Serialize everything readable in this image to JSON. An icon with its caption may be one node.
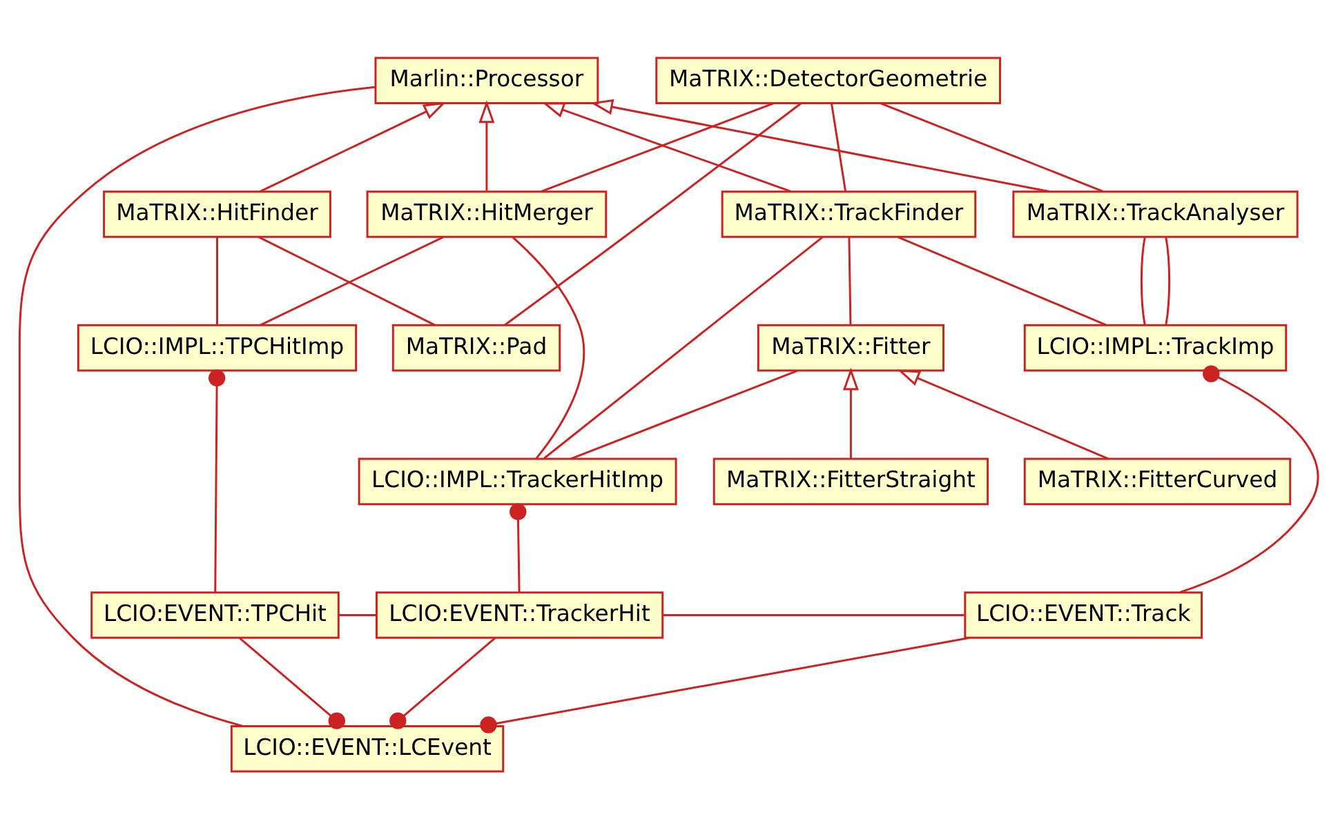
{
  "diagram": {
    "nodes": [
      {
        "text": [
          "Marlin::Processor"
        ]
      },
      {
        "text": [
          "MaTRIX::DetectorGeometrie"
        ]
      },
      {
        "text": [
          "MaTRIX::HitFinder"
        ]
      },
      {
        "text": [
          "MaTRIX::HitMerger"
        ]
      },
      {
        "text": [
          "MaTRIX::TrackFinder"
        ]
      },
      {
        "text": [
          "MaTRIX::TrackAnalyser"
        ]
      },
      {
        "text": [
          "MaTRIX::Pad"
        ]
      },
      {
        "text": [
          "MaTRIX::Fitter"
        ]
      },
      {
        "text": [
          "MaTRIX::FitterCurved"
        ]
      },
      {
        "text": [
          "MaTRIX::FitterStraight"
        ]
      },
      {
        "text": [
          "LCIO::IMPL::TPCHitImp"
        ]
      },
      {
        "text": [
          "LCIO::IMPL::TrackerHitImp"
        ]
      },
      {
        "text": [
          "LCIO::IMPL::TrackImp"
        ]
      },
      {
        "text": [
          "LCIO:EVENT::TPCHit"
        ]
      },
      {
        "text": [
          "LCIO:EVENT::TrackerHit"
        ]
      },
      {
        "text": [
          "LCIO::EVENT::Track"
        ]
      },
      {
        "text": [
          "LCIO::EVENT::LCEvent"
        ]
      }
    ],
    "edges": [
      {
        "from": 2,
        "to": 0,
        "arrow": "to"
      },
      {
        "from": 3,
        "to": 0,
        "arrow": "to"
      },
      {
        "from": 4,
        "to": 0,
        "arrow": "to"
      },
      {
        "from": 5,
        "to": 0,
        "arrow": "to"
      },
      {
        "from": 0,
        "to": 16,
        "arrow": "none"
      },
      {
        "from": 1,
        "to": 6,
        "arrow": "none"
      },
      {
        "from": 1,
        "to": 3,
        "arrow": "none"
      },
      {
        "from": 1,
        "to": 4,
        "arrow": "none"
      },
      {
        "from": 1,
        "to": 5,
        "arrow": "none"
      },
      {
        "from": 2,
        "to": 6,
        "arrow": "none"
      },
      {
        "from": 2,
        "to": 10,
        "arrow": "none"
      },
      {
        "from": 3,
        "to": 10,
        "arrow": "none"
      },
      {
        "from": 3,
        "to": 11,
        "arrow": "none"
      },
      {
        "from": 4,
        "to": 11,
        "arrow": "none"
      },
      {
        "from": 4,
        "to": 12,
        "arrow": "none"
      },
      {
        "from": 4,
        "to": 7,
        "arrow": "none"
      },
      {
        "from": 7,
        "to": 11,
        "arrow": "none"
      },
      {
        "from": 5,
        "to": 12,
        "arrow": "none"
      },
      {
        "from": 5,
        "to": 12,
        "arrow": "none"
      },
      {
        "from": 8,
        "to": 7,
        "arrow": "to"
      },
      {
        "from": 9,
        "to": 7,
        "arrow": "to"
      },
      {
        "from": 13,
        "to": 10,
        "arrow": "other"
      },
      {
        "from": 14,
        "to": 11,
        "arrow": "other"
      },
      {
        "from": 15,
        "to": 12,
        "arrow": "other"
      },
      {
        "from": 13,
        "to": 14,
        "arrow": "none"
      },
      {
        "from": 14,
        "to": 15,
        "arrow": "none"
      },
      {
        "from": 13,
        "to": 16,
        "arrow": "other"
      },
      {
        "from": 14,
        "to": 16,
        "arrow": "other"
      },
      {
        "from": 15,
        "to": 16,
        "arrow": "other"
      }
    ]
  }
}
